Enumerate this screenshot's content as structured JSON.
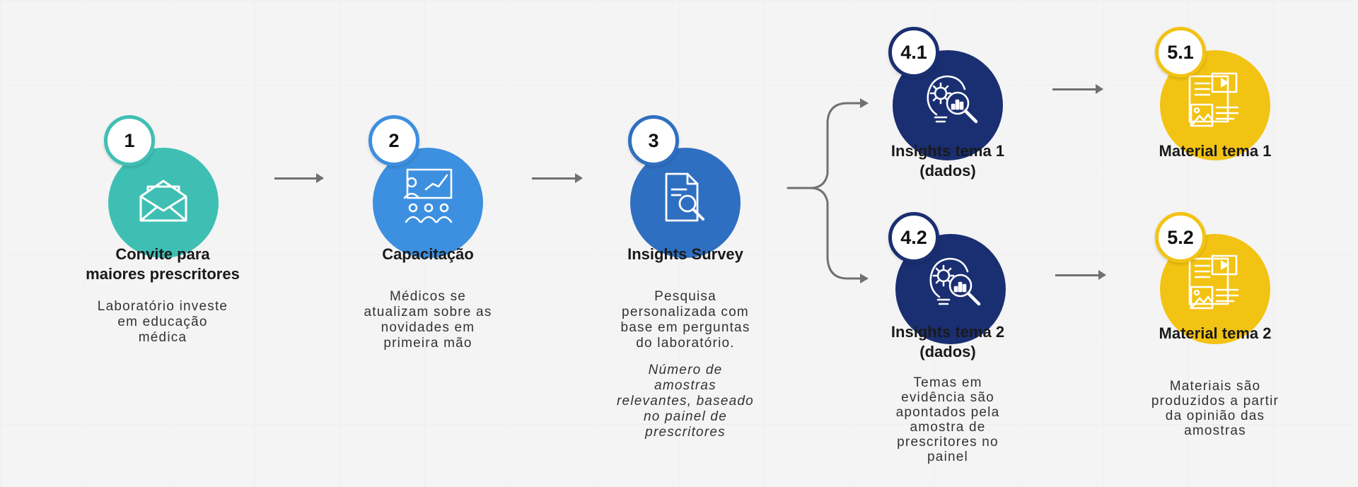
{
  "colors": {
    "step1": "#3fbfb4",
    "step2": "#3d8fe0",
    "step3": "#2f6fc1",
    "step4": "#1a2f72",
    "step5": "#f3c313",
    "arrow": "#707070"
  },
  "steps": [
    {
      "number": "1",
      "icon": "envelope-icon",
      "title_lines": [
        "Convite para",
        "maiores prescritores"
      ],
      "desc_lines": [
        "Laboratório investe",
        "em educação",
        "médica"
      ]
    },
    {
      "number": "2",
      "icon": "presentation-audience-icon",
      "title_lines": [
        "Capacitação"
      ],
      "desc_lines": [
        "Médicos se",
        "atualizam sobre as",
        "novidades em",
        "primeira mão"
      ]
    },
    {
      "number": "3",
      "icon": "document-search-icon",
      "title_lines": [
        "Insights Survey"
      ],
      "desc_lines": [
        "Pesquisa",
        "personalizada com",
        "base em perguntas",
        "do laboratório."
      ],
      "note_lines": [
        "Número de",
        "amostras",
        "relevantes, baseado",
        "no painel de",
        "prescritores"
      ]
    },
    {
      "number": "4.1",
      "icon": "insights-analysis-icon",
      "title_lines": [
        "Insights tema 1",
        "(dados)"
      ]
    },
    {
      "number": "4.2",
      "icon": "insights-analysis-icon",
      "title_lines": [
        "Insights tema 2",
        "(dados)"
      ],
      "desc_lines": [
        "Temas em",
        "evidência são",
        "apontados pela",
        "amostra de",
        "prescritores no",
        "painel"
      ]
    },
    {
      "number": "5.1",
      "icon": "content-material-icon",
      "title_lines": [
        "Material tema 1"
      ]
    },
    {
      "number": "5.2",
      "icon": "content-material-icon",
      "title_lines": [
        "Material tema 2"
      ],
      "desc_lines": [
        "Materiais são",
        "produzidos a partir",
        "da opinião das",
        "amostras"
      ]
    }
  ]
}
